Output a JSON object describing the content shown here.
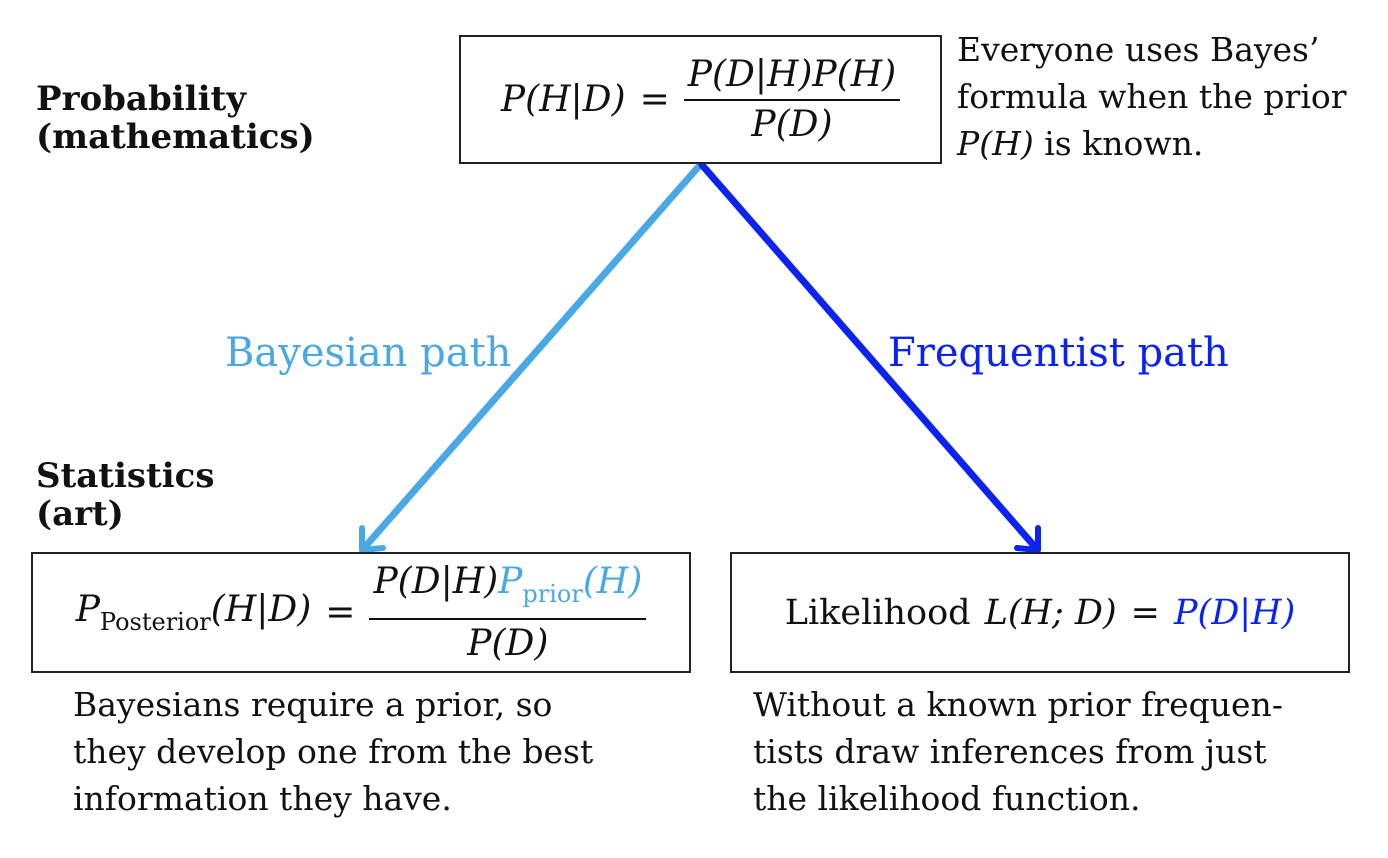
{
  "colors": {
    "bayesian": "#4aa8e4",
    "frequentist": "#0a23f0",
    "text": "#111111",
    "box_border": "#222222"
  },
  "levels": {
    "probability_line1": "Probability",
    "probability_line2": "(mathematics)",
    "statistics_line1": "Statistics",
    "statistics_line2": "(art)"
  },
  "top": {
    "lhs": "P(H|D)",
    "eq": "=",
    "numerator": "P(D|H)P(H)",
    "denominator": "P(D)",
    "note_line1": "Everyone uses Bayes’",
    "note_line2": "formula when the prior",
    "note_line3_math": "P(H)",
    "note_line3_text": "is known."
  },
  "paths": {
    "bayesian_label": "Bayesian path",
    "frequentist_label": "Frequentist path"
  },
  "bayesian": {
    "lhs_P": "P",
    "lhs_sub": "Posterior",
    "lhs_rest": "(H|D)",
    "eq": "=",
    "num_black": "P(D|H)",
    "num_blue_P": "P",
    "num_blue_sub": "prior",
    "num_blue_rest": "(H)",
    "denominator": "P(D)",
    "note_line1": "Bayesians require a prior, so",
    "note_line2": "they develop one from the best",
    "note_line3": "information they have."
  },
  "frequentist": {
    "word": "Likelihood",
    "lhs": "L(H; D)",
    "eq": "=",
    "rhs": "P(D|H)",
    "note_line1": "Without a known prior frequen-",
    "note_line2": "tists draw inferences from just",
    "note_line3": "the likelihood function."
  }
}
